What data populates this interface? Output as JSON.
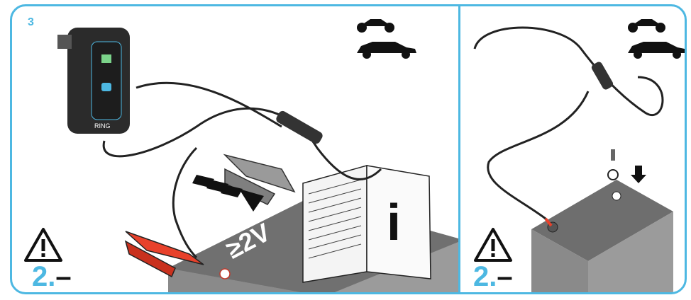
{
  "step_number": "3",
  "panel_left": {
    "polarity": "2.",
    "polarity_sign": "–",
    "voltage_label": "≥2V",
    "info_symbol": "i",
    "charger_brand": "RING"
  },
  "panel_right": {
    "polarity": "2.",
    "polarity_sign": "–"
  },
  "colors": {
    "accent": "#4db8e2",
    "battery_top": "#6e6e6e",
    "clamp_red": "#e8412b",
    "clamp_grey": "#9a9a9a"
  },
  "icons": [
    "motorcycle-icon",
    "car-icon",
    "warning-icon",
    "info-icon",
    "arrow-icon"
  ]
}
